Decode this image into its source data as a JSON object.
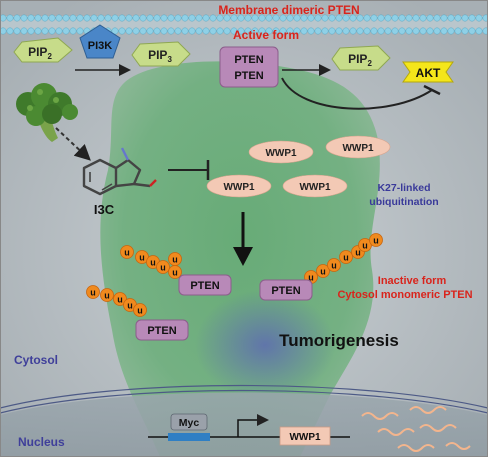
{
  "membrane": {
    "title": "Membrane dimeric PTEN",
    "active": "Active form"
  },
  "pathway": {
    "pip2_left": "PIP",
    "pip2_left_sub": "2",
    "pi3k": "PI3K",
    "pip3": "PIP",
    "pip3_sub": "3",
    "pten_top": "PTEN",
    "pten_bottom": "PTEN",
    "pip2_right": "PIP",
    "pip2_right_sub": "2",
    "akt": "AKT"
  },
  "inhibitor": {
    "name": "I3C"
  },
  "wwp1": {
    "label": "WWP1",
    "k27_line1": "K27-linked",
    "k27_line2": "ubiquitination"
  },
  "cytosol_pten": {
    "pten_label": "PTEN",
    "ub_label": "u",
    "inactive": "Inactive form",
    "monomeric": "Cytosol monomeric PTEN"
  },
  "outcome": {
    "tumorigenesis": "Tumorigenesis"
  },
  "compartments": {
    "cytosol": "Cytosol",
    "nucleus": "Nucleus"
  },
  "gene": {
    "myc": "Myc",
    "wwp1": "WWP1"
  },
  "colors": {
    "red_text": "#d9241c",
    "blue_text": "#3a3a9a",
    "ubiquitin": "#f08a1e",
    "pten_fill": "#b889b8",
    "wwp1_fill": "#f3c9b5",
    "pip_fill": "#c7dc8a",
    "pi3k_fill": "#4a86c8",
    "akt_fill": "#f4e61a"
  }
}
